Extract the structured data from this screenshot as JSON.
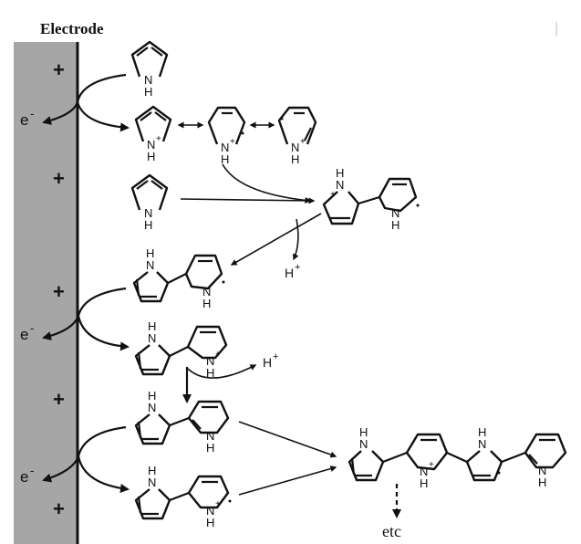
{
  "title": "Electrode",
  "electron_label": "e",
  "electron_sup": "-",
  "plus": "+",
  "proton_label": "H",
  "proton_sup": "+",
  "nitrogen": "N",
  "hydrogen": "H",
  "n_charge": "+",
  "etc_label": "etc"
}
